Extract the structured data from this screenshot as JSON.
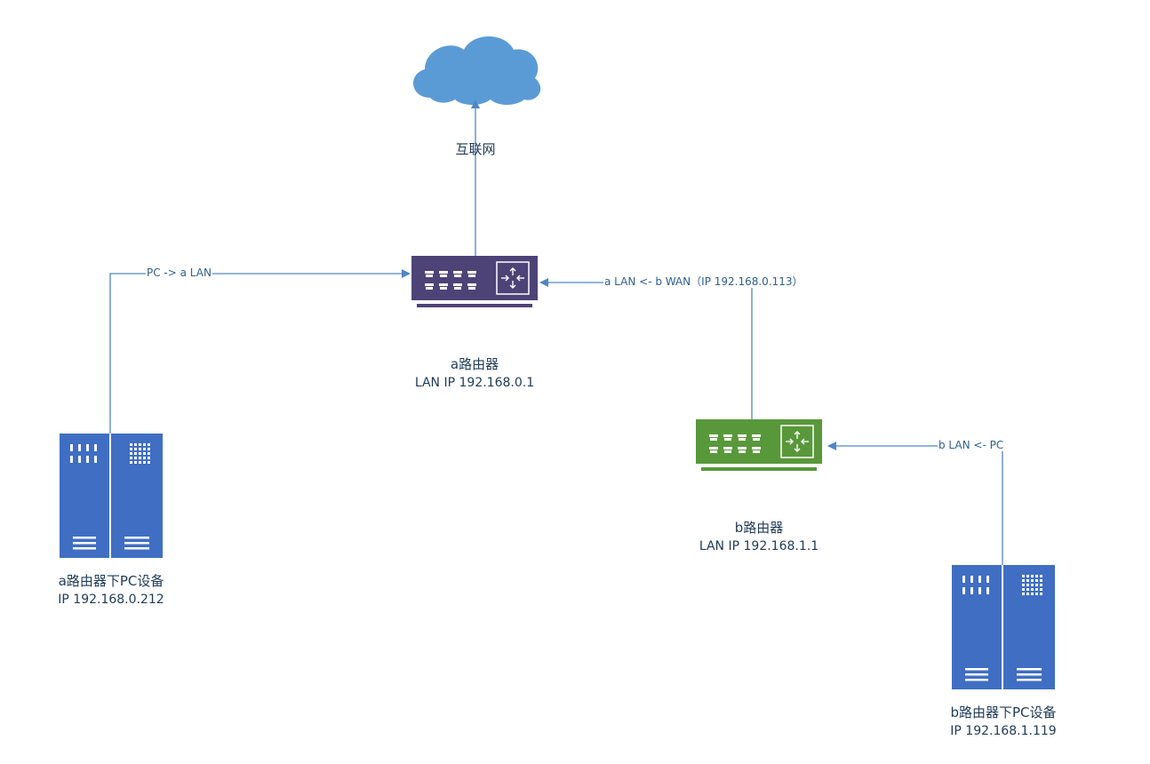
{
  "diagram": {
    "internet_label": "互联网",
    "router_a": {
      "name": "a路由器",
      "ip": "LAN IP 192.168.0.1",
      "color": "#4e4377"
    },
    "router_b": {
      "name": "b路由器",
      "ip": "LAN IP 192.168.1.1",
      "color": "#58983a"
    },
    "pc_a": {
      "name": "a路由器下PC设备",
      "ip": "IP 192.168.0.212",
      "color": "#3f6ec3"
    },
    "pc_b": {
      "name": "b路由器下PC设备",
      "ip": "IP 192.168.1.119",
      "color": "#3f6ec3"
    },
    "edges": {
      "pc_a_to_router_a": "PC -> a LAN",
      "router_b_to_router_a": "a LAN <- b WAN（IP 192.168.0.113）",
      "pc_b_to_router_b": "b LAN <- PC"
    },
    "colors": {
      "line": "#4f86c6",
      "cloud": "#5b9bd5"
    }
  }
}
